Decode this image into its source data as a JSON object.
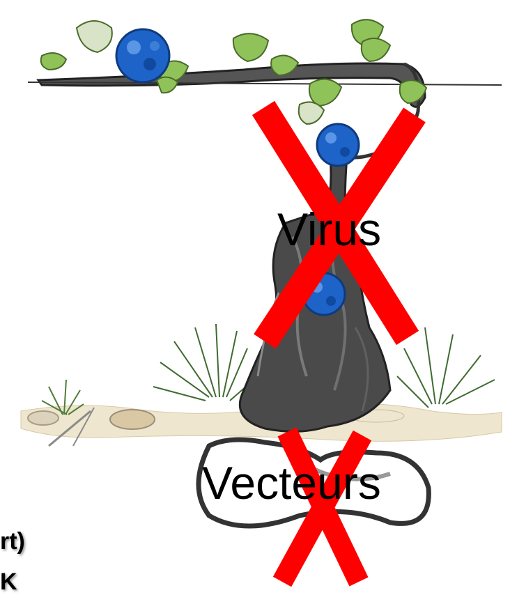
{
  "labels": {
    "virus": "Virus",
    "vectors": "Vecteurs",
    "fragment_1": "rt)",
    "fragment_2": "K"
  },
  "colors": {
    "cross": "#ff0000",
    "virus_particle": "#1e63c8",
    "leaf": "#8fc35a",
    "trunk": "#3d3d3d",
    "grass": "#4f7d3a",
    "ground": "#e8dcc0"
  },
  "icons": [
    "vine-illustration",
    "virus-particle-icon",
    "red-cross-icon",
    "soil-loop-icon"
  ]
}
